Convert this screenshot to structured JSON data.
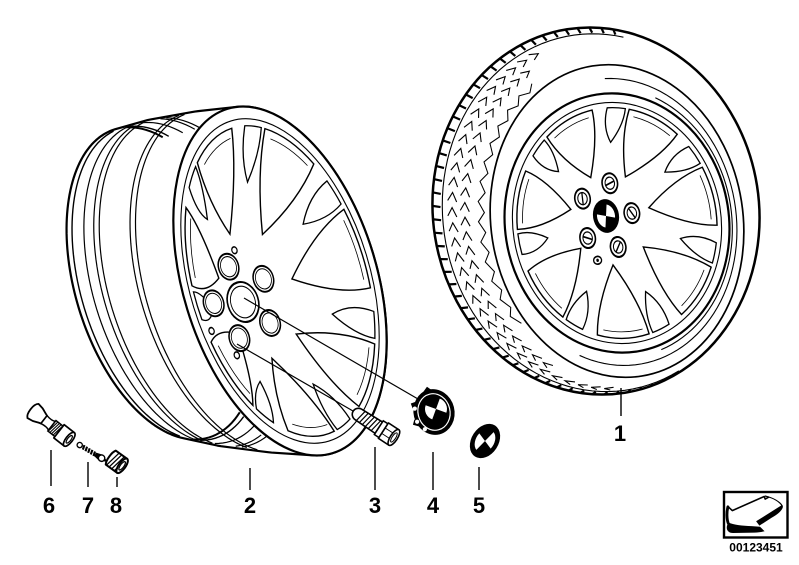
{
  "diagram": {
    "background": "#ffffff",
    "line_color": "#000000",
    "callouts": [
      {
        "id": "1",
        "label": "1"
      },
      {
        "id": "2",
        "label": "2"
      },
      {
        "id": "3",
        "label": "3"
      },
      {
        "id": "4",
        "label": "4"
      },
      {
        "id": "5",
        "label": "5"
      },
      {
        "id": "6",
        "label": "6"
      },
      {
        "id": "7",
        "label": "7"
      },
      {
        "id": "8",
        "label": "8"
      }
    ],
    "doc_box": {
      "number": "00123451",
      "icon": "page-arrow-icon"
    }
  }
}
